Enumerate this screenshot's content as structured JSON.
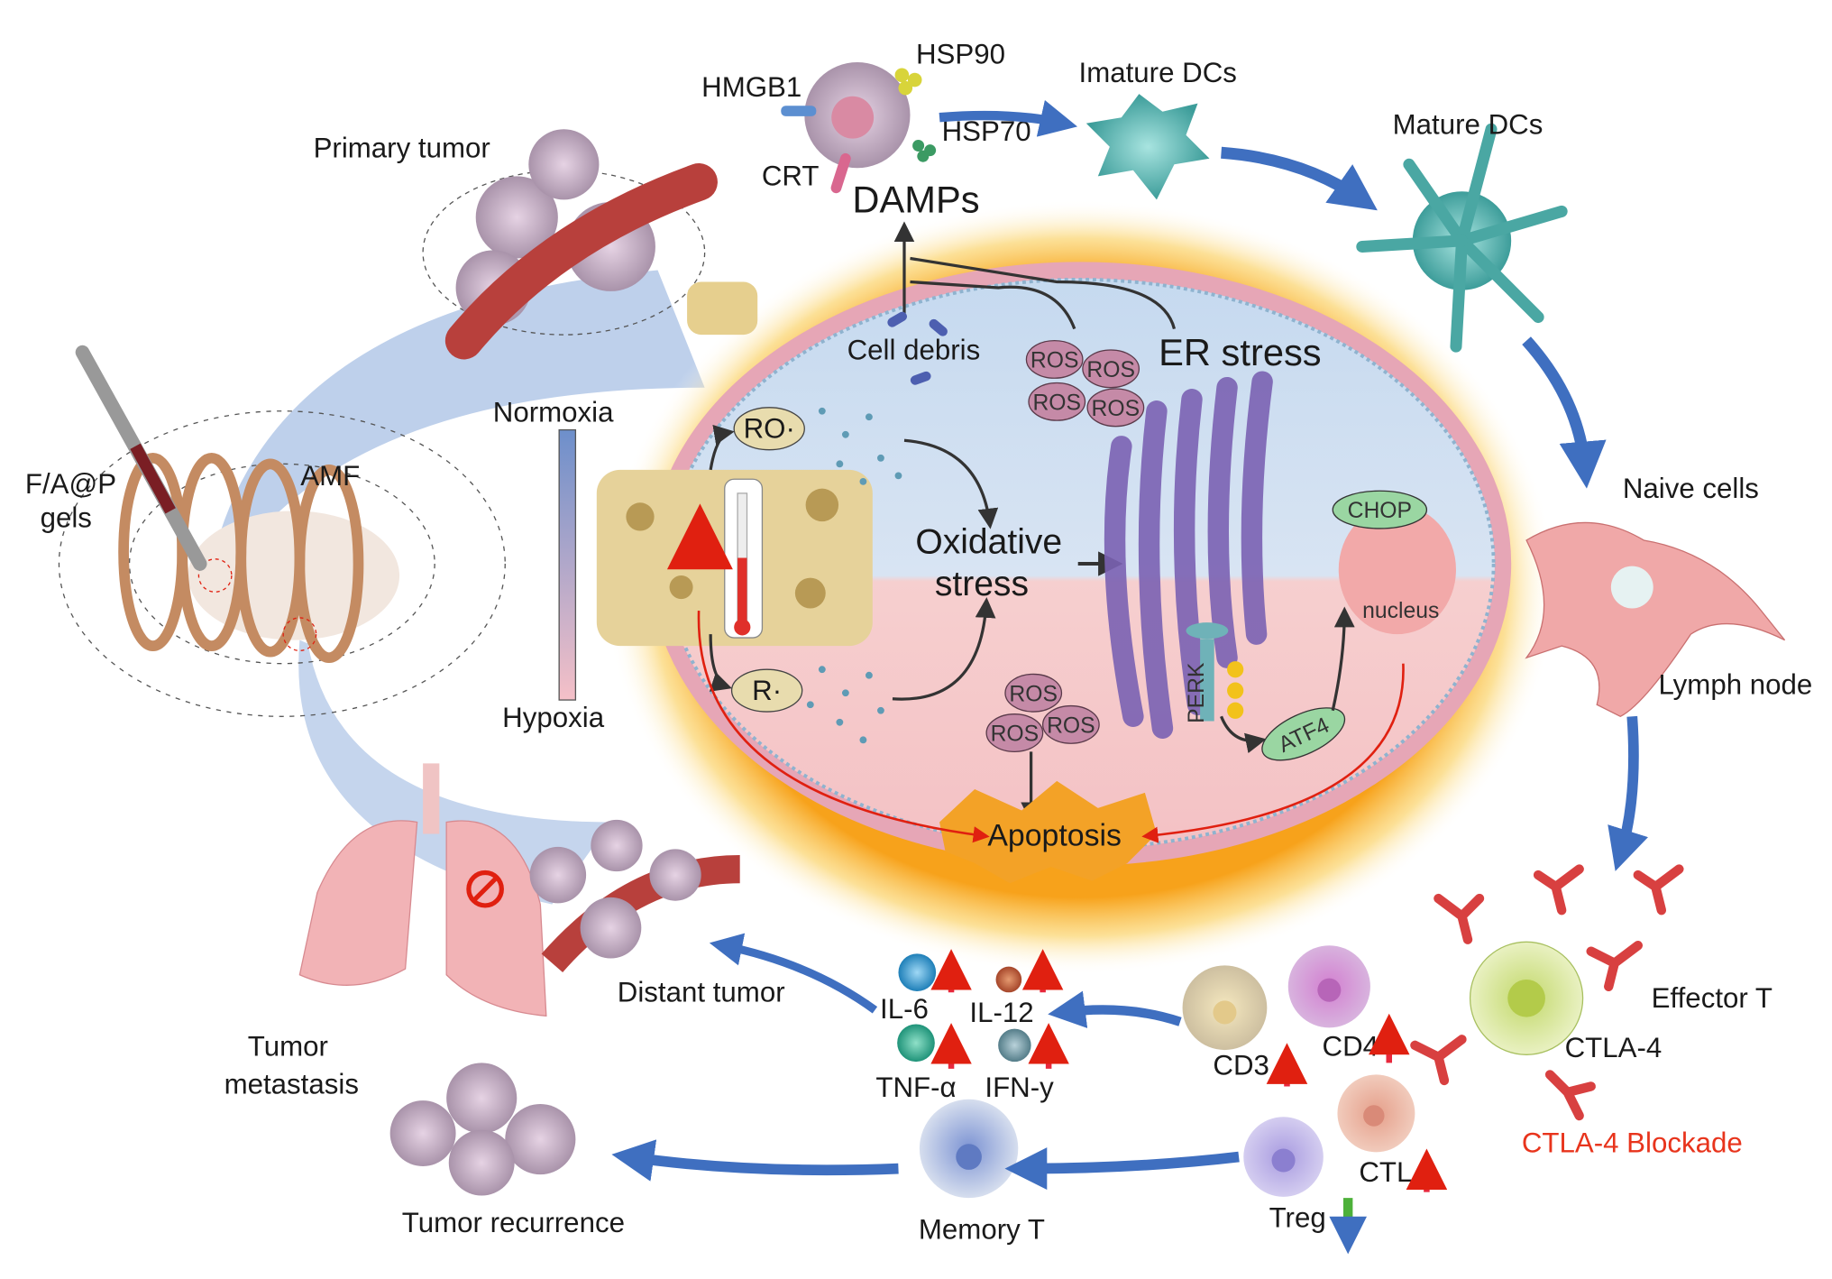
{
  "labels": {
    "primary_tumor": "Primary tumor",
    "hmgb1": "HMGB1",
    "hsp90": "HSP90",
    "hsp70": "HSP70",
    "crt": "CRT",
    "damps": "DAMPs",
    "imature_dcs": "Imature DCs",
    "mature_dcs": "Mature DCs",
    "cell_debris": "Cell debris",
    "er_stress": "ER stress",
    "ros": "ROS",
    "normoxia": "Normoxia",
    "hypoxia": "Hypoxia",
    "ro_radical": "RO·",
    "r_radical": "R·",
    "oxidative": "Oxidative",
    "stress": "stress",
    "chop": "CHOP",
    "nucleus": "nucleus",
    "perk": "PERK",
    "atf4": "ATF4",
    "apoptosis": "Apoptosis",
    "fap": "F/A@P",
    "gels": "gels",
    "amf": "AMF",
    "naive_cells": "Naive cells",
    "lymph_node": "Lymph node",
    "effector_t": "Effector T",
    "ctla4": "CTLA-4",
    "ctla4_blockade": "CTLA-4 Blockade",
    "distant_tumor": "Distant tumor",
    "tumor": "Tumor",
    "metastasis": "metastasis",
    "il6": "IL-6",
    "il12": "IL-12",
    "tnfa": "TNF-α",
    "ifny": "IFN-y",
    "cd3": "CD3",
    "cd4": "CD4",
    "ctl": "CTL",
    "treg": "Treg",
    "memory_t": "Memory T",
    "tumor_recurrence": "Tumor recurrence"
  },
  "colors": {
    "arrow_blue": "#3f6fc0",
    "up_arrow": "#e8283c",
    "down_arrow": "#4db13a",
    "blockade_text": "#e8341c",
    "cell_top": "#c9dcef",
    "cell_bottom": "#f5c9c9",
    "heat_glow": "#f7a21b"
  }
}
